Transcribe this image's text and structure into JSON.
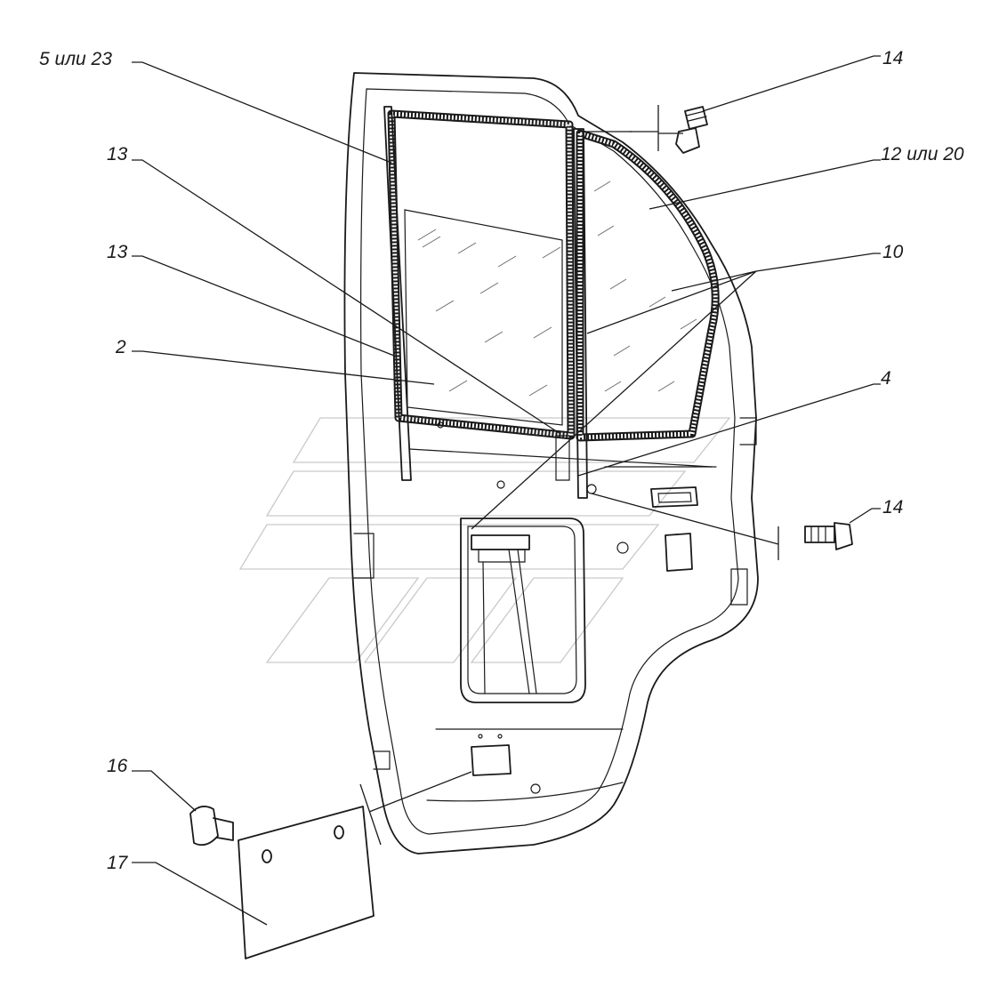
{
  "labels": {
    "window_seal": "5 или 23",
    "bolt_top": "14",
    "vent_seal": "12 или 20",
    "channel_upper": "13",
    "channel_lower": "13",
    "glass_guide": "10",
    "drop_glass": "2",
    "bracket": "4",
    "bolt_side": "14",
    "plug": "16",
    "panel": "17"
  }
}
